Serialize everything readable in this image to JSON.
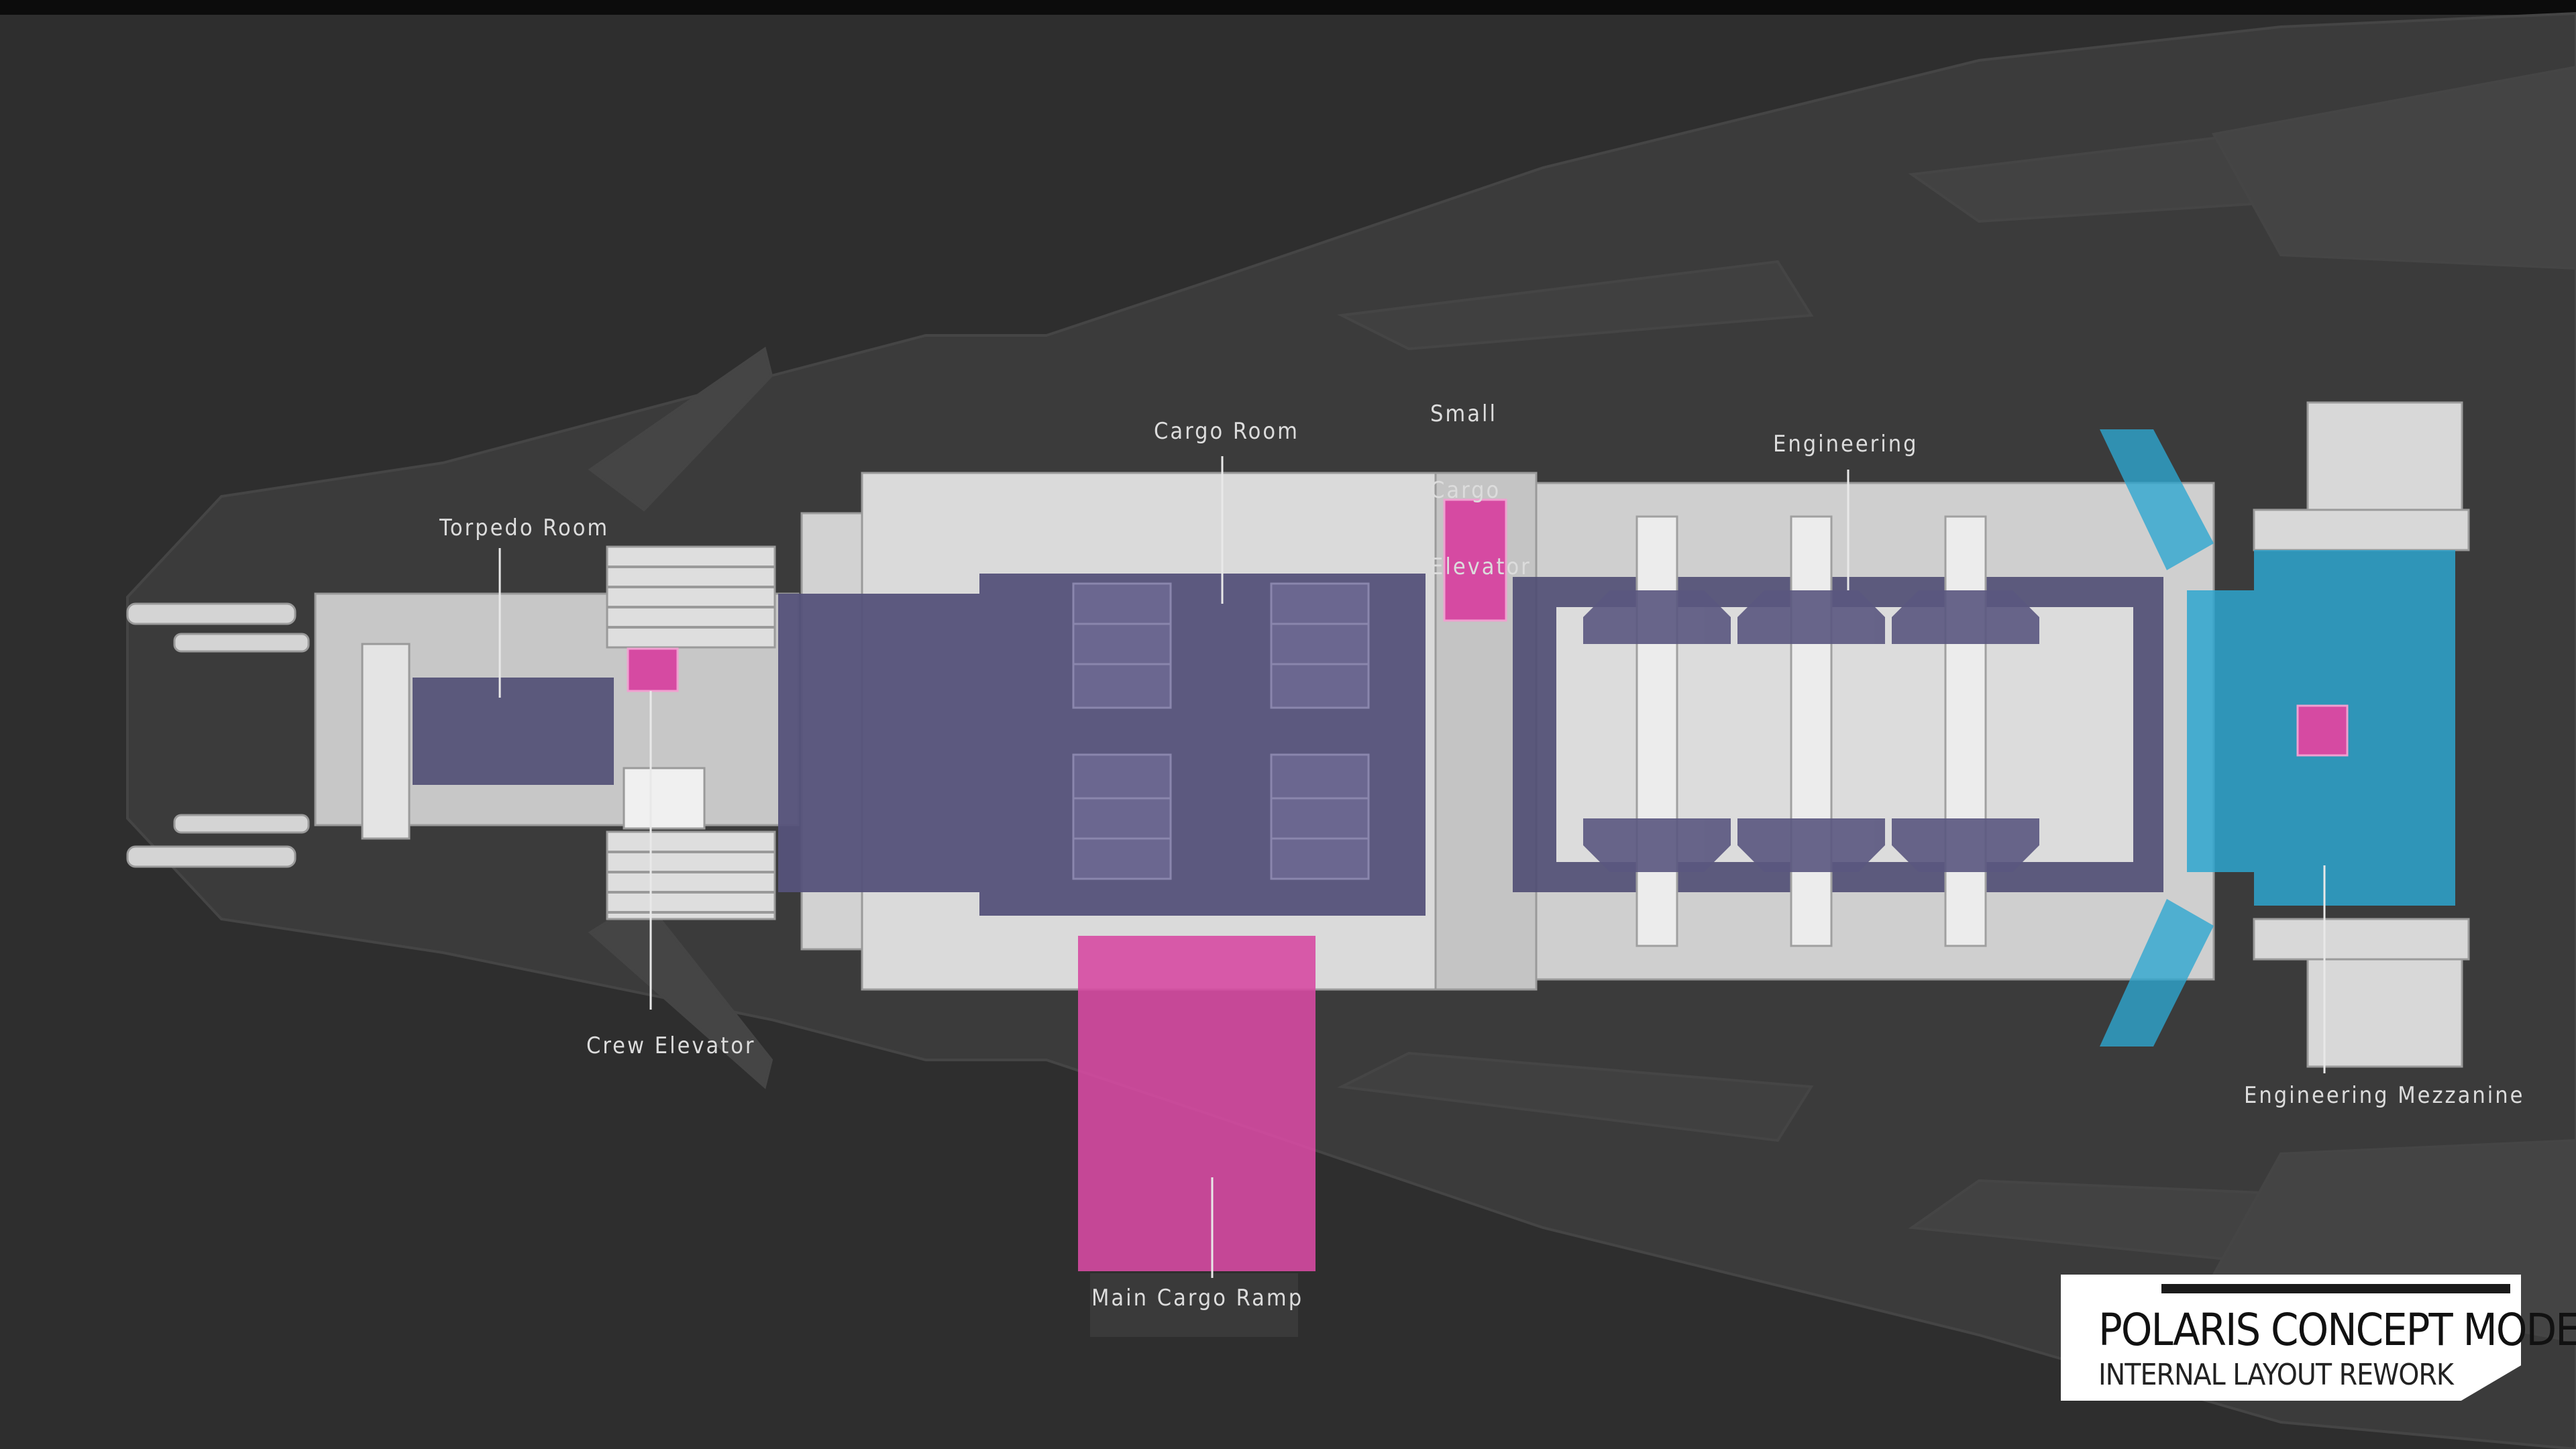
{
  "labels": {
    "torpedo_room": "Torpedo Room",
    "crew_elevator": "Crew Elevator",
    "cargo_room": "Cargo Room",
    "small_cargo_elevator": [
      "Small",
      "Cargo",
      "Elevator"
    ],
    "engineering": "Engineering",
    "engineering_mezzanine": "Engineering Mezzanine",
    "main_cargo_ramp": "Main Cargo Ramp"
  },
  "title_plate": {
    "title": "POLARIS CONCEPT MODEL",
    "subtitle": "INTERNAL LAYOUT REWORK"
  },
  "colors": {
    "background": "#2e2e2e",
    "hull_silhouette": "#3d3d3d",
    "deck_structure": "#cfcfcf",
    "room_purple": "#55527a",
    "elevator_magenta": "#d64aa2",
    "mezzanine_cyan": "#2ea6cf"
  }
}
